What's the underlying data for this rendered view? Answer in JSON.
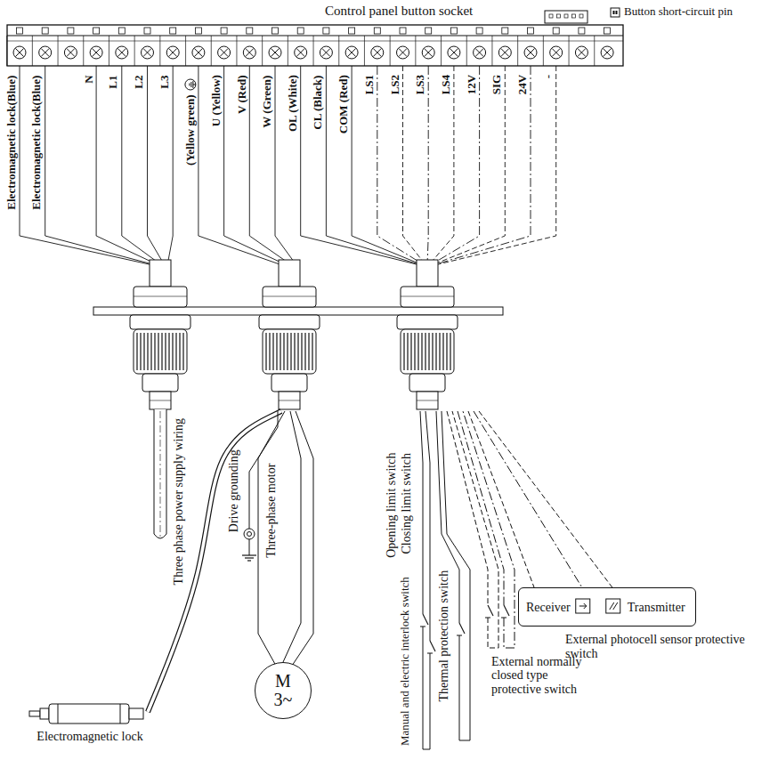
{
  "diagram": {
    "nodes": [
      {
        "text": [
          "M 3~"
        ]
      },
      {
        "text": [
          "External photocell sensor protective switch"
        ]
      },
      {
        "text": [
          "Receiver"
        ],
        "in": 1
      },
      {
        "text": [
          "Transmitter"
        ],
        "in": 1
      },
      {
        "text": [
          "Electromagnetic lock"
        ]
      }
    ],
    "labels": [
      "Electromagnetic lock(Blue)",
      "Electromagnetic lock(Blue)",
      "N",
      "L1",
      "L2",
      "L3",
      "(Yellow green)",
      "U (Yellow)",
      "V (Red)",
      "W (Green)",
      "OL (White)",
      "CL (Black)",
      "COM (Red)",
      "LS1",
      "LS2",
      "LS3",
      "LS4",
      "12V",
      "SIG",
      "24V",
      "-",
      "Control panel button socket",
      "Button short-circuit pin",
      "Three phase power supply wiring",
      "Drive grounding",
      "Three-phase motor",
      "Opening limit switch",
      "Closing limit switch",
      "Manual and electric interlock switch",
      "Thermal protection switch",
      "External normally closed type protective switch"
    ]
  }
}
